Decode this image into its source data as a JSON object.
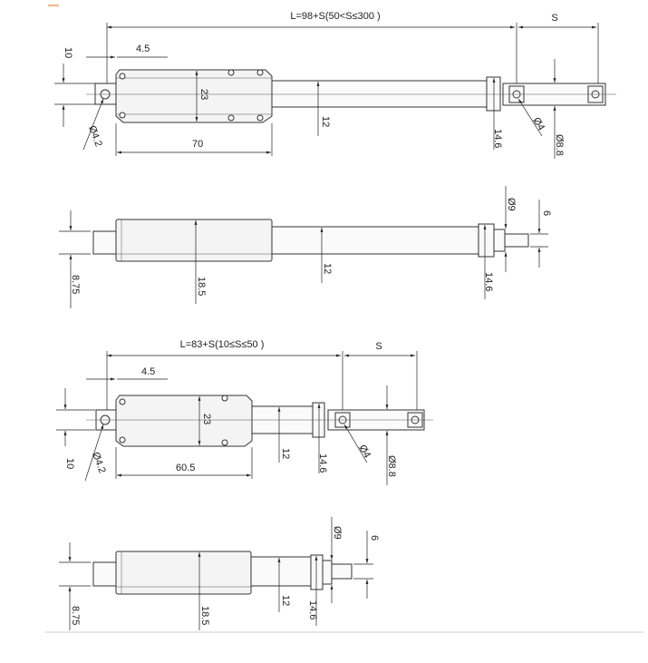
{
  "drawing_long_side": {
    "length_formula": "L=98+S(50<S≤300 )",
    "stroke": "S",
    "d_10": "10",
    "d_4_5": "4.5",
    "d_23": "23",
    "d_70": "70",
    "d_12": "12",
    "d_14_6": "14.6",
    "d_phi4_2": "Ø4.2",
    "d_phi4": "Ø4",
    "d_phi8_8": "Ø8.8"
  },
  "drawing_long_top": {
    "d_8_75": "8.75",
    "d_18_5": "18.5",
    "d_12": "12",
    "d_14_6": "14.6",
    "d_phi9": "Ø9",
    "d_6": "6"
  },
  "drawing_short_side": {
    "length_formula": "L=83+S(10≤S≤50 )",
    "stroke": "S",
    "d_10": "10",
    "d_4_5": "4.5",
    "d_23": "23",
    "d_60_5": "60.5",
    "d_12": "12",
    "d_14_6": "14.6",
    "d_phi4_2": "Ø4.2",
    "d_phi4": "Ø4",
    "d_phi8_8": "Ø8.8"
  },
  "drawing_short_top": {
    "d_8_75": "8.75",
    "d_18_5": "18.5",
    "d_12": "12",
    "d_14_6": "14.6",
    "d_phi9": "Ø9",
    "d_6": "6"
  },
  "colors": {
    "accent": "#e8a060",
    "line": "#222222"
  }
}
